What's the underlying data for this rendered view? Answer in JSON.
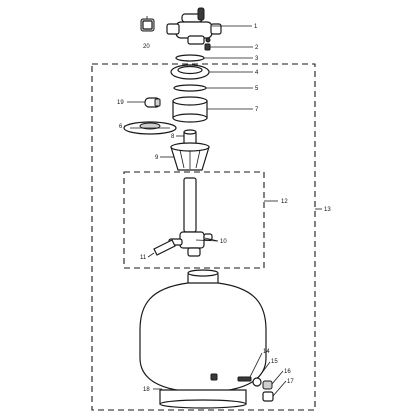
{
  "diagram": {
    "callouts": {
      "c1": "1",
      "c2": "2",
      "c3": "3",
      "c4": "4",
      "c5": "5",
      "c6": "6",
      "c7": "7",
      "c8": "8",
      "c9": "9",
      "c10": "10",
      "c11": "11",
      "c12": "12",
      "c13": "13",
      "c14": "14",
      "c15": "15",
      "c16": "16",
      "c17": "17",
      "c18": "18",
      "c19": "19",
      "c20": "20"
    }
  }
}
